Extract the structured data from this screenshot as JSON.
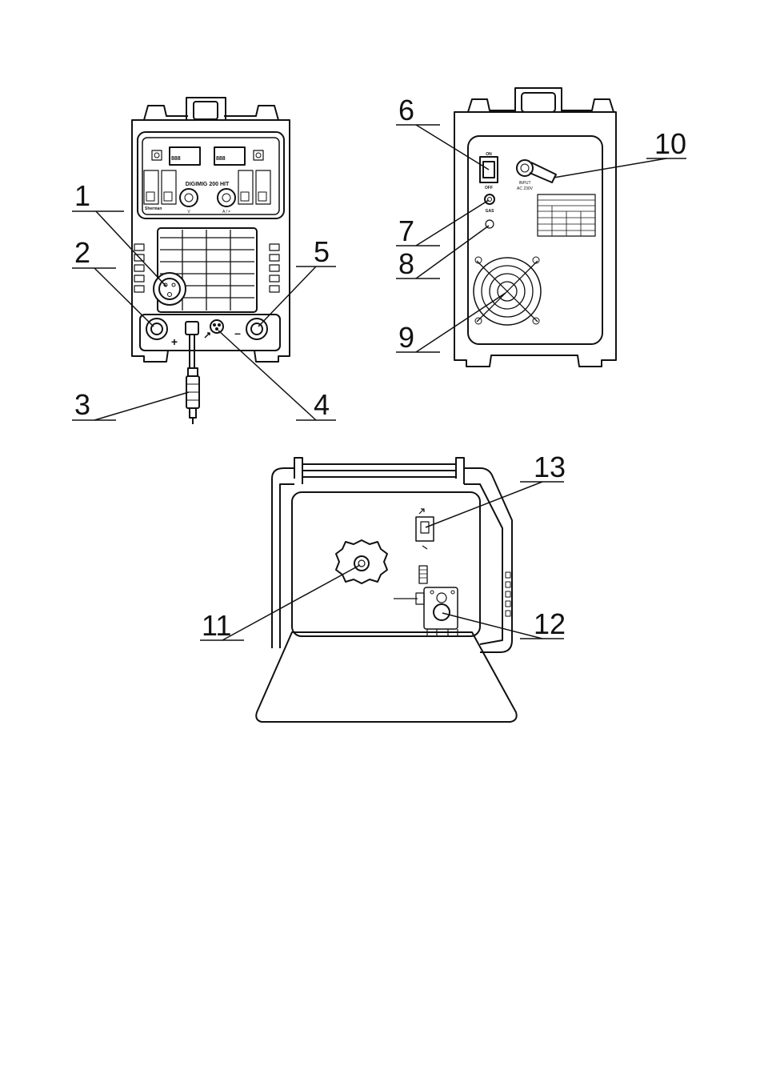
{
  "front_view": {
    "model_label": "DIGIMIG 200 HIT",
    "brand_label": "Sherman",
    "display_left": "888",
    "display_right": "888",
    "knob_left_label": "V",
    "knob_right_label": "A / ≠",
    "plus_label": "+",
    "minus_label": "–"
  },
  "rear_view": {
    "switch_on": "ON",
    "switch_off": "OFF",
    "input_label_1": "INPUT",
    "input_label_2": "AC 230V",
    "gas_label": "GAS"
  },
  "callouts": [
    {
      "number": "1"
    },
    {
      "number": "2"
    },
    {
      "number": "3"
    },
    {
      "number": "4"
    },
    {
      "number": "5"
    },
    {
      "number": "6"
    },
    {
      "number": "7"
    },
    {
      "number": "8"
    },
    {
      "number": "9"
    },
    {
      "number": "10"
    },
    {
      "number": "11"
    },
    {
      "number": "12"
    },
    {
      "number": "13"
    }
  ]
}
